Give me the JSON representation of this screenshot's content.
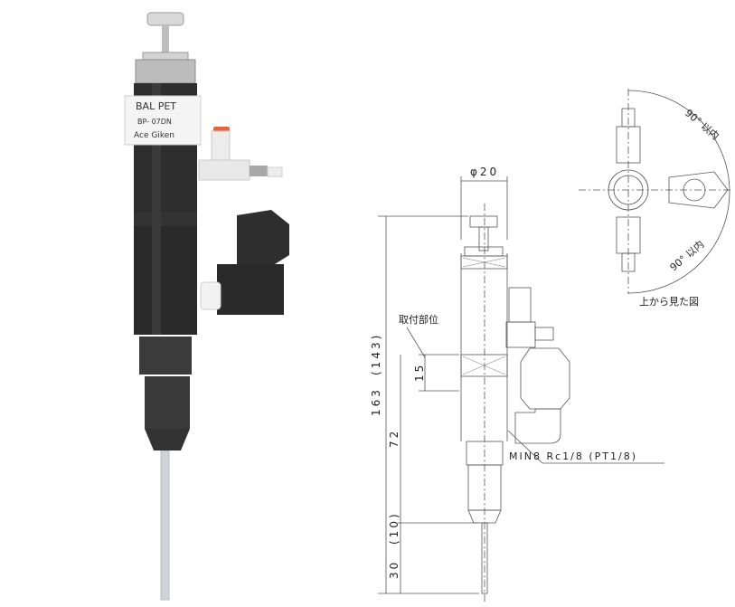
{
  "photo": {
    "label_lines": [
      "BAL PET",
      "BP- 07DN",
      "Ace Giken"
    ],
    "body_color": "#2b2b2b",
    "fitting_cap_color": "#e8643c"
  },
  "front_view": {
    "diameter_label": "φ20",
    "dim_overall": "163 (143)",
    "dim_overall_main": "163",
    "dim_overall_alt": "(143)",
    "dim_mount_height": "15",
    "dim_lower": "72",
    "dim_tip_alt": "(10)",
    "dim_tip": "30",
    "mount_label": "取付部位",
    "port_label": "MIN8  Rc1/8 (PT1/8)"
  },
  "top_view": {
    "angle_upper": "90° 以内",
    "angle_lower": "90° 以内",
    "caption": "上から見た図"
  }
}
